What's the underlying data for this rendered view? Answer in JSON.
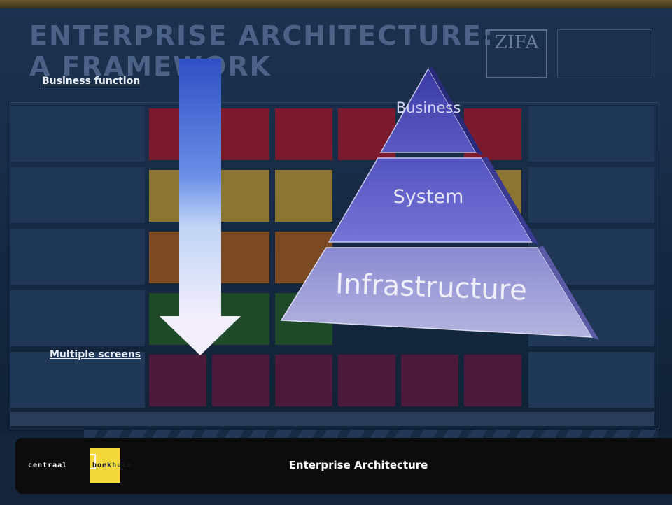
{
  "background": {
    "title_line1": "ENTERPRISE ARCHITECTURE:",
    "title_line2": "A FRAMEWORK",
    "logo_text": "ZIFA"
  },
  "captions": {
    "top": "Business function",
    "bottom": "Multiple screens"
  },
  "pyramid": {
    "levels": [
      "Business",
      "System",
      "Infrastructure"
    ]
  },
  "footer": {
    "logo_left": "centraal",
    "logo_right": "boekhuis",
    "title": "Enterprise Architecture"
  },
  "colors": {
    "arrow_top": "#2f4fc4",
    "arrow_bottom": "#f2eefc",
    "pyramid_top": "#4a4ab2",
    "pyramid_mid": "#6f6fd2",
    "pyramid_base": "#a8a8d8",
    "logo_yellow": "#f2d83a"
  }
}
